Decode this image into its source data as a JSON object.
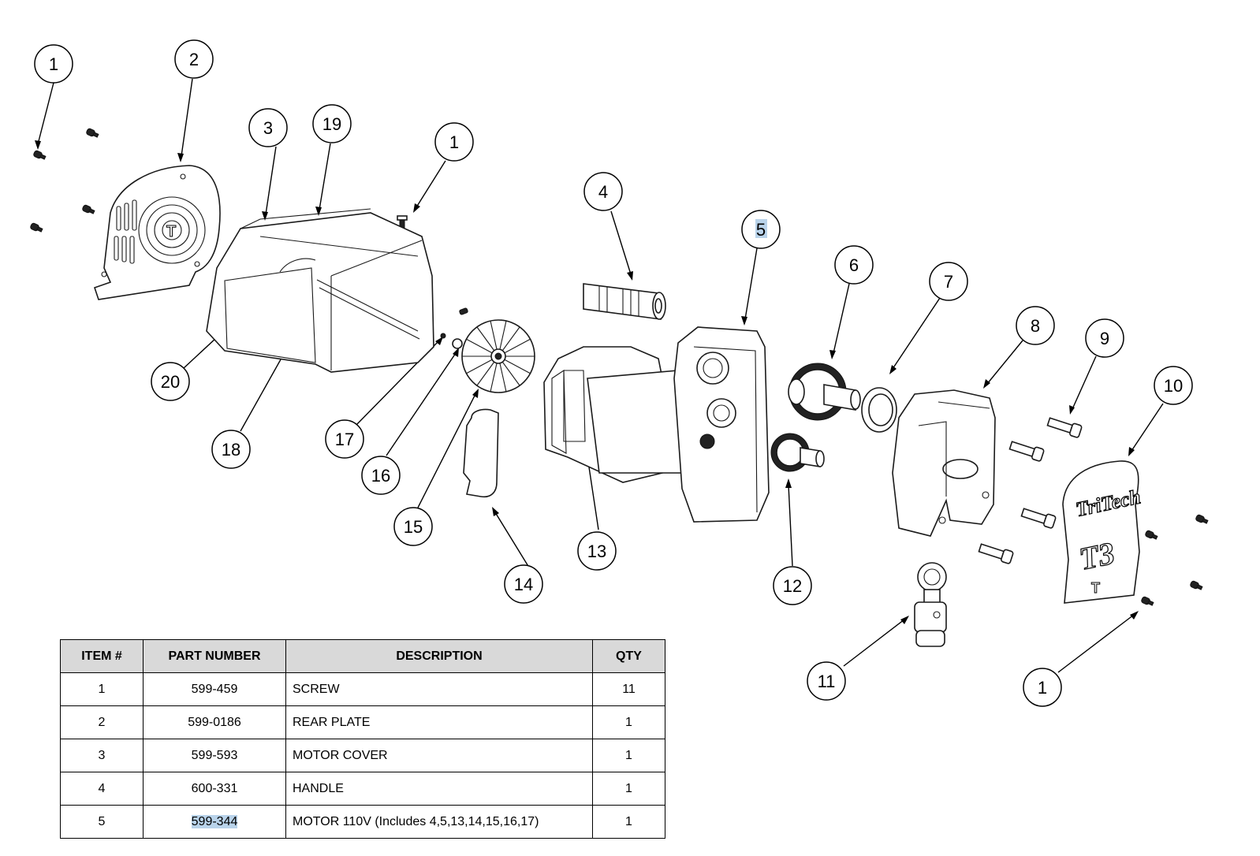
{
  "callouts": [
    {
      "label": "1"
    },
    {
      "label": "2"
    },
    {
      "label": "3"
    },
    {
      "label": "19"
    },
    {
      "label": "1"
    },
    {
      "label": "4"
    },
    {
      "label": "5"
    },
    {
      "label": "6"
    },
    {
      "label": "7"
    },
    {
      "label": "8"
    },
    {
      "label": "9"
    },
    {
      "label": "10"
    },
    {
      "label": "20"
    },
    {
      "label": "18"
    },
    {
      "label": "17"
    },
    {
      "label": "16"
    },
    {
      "label": "15"
    },
    {
      "label": "14"
    },
    {
      "label": "13"
    },
    {
      "label": "12"
    },
    {
      "label": "11"
    },
    {
      "label": "1"
    }
  ],
  "logo": {
    "brand": "TriTech",
    "model": "T3"
  },
  "bom": {
    "headers": {
      "item": "ITEM #",
      "part": "PART NUMBER",
      "desc": "DESCRIPTION",
      "qty": "QTY"
    },
    "rows": [
      {
        "item": "1",
        "part": "599-459",
        "desc": "SCREW",
        "qty": "11"
      },
      {
        "item": "2",
        "part": "599-0186",
        "desc": "REAR PLATE",
        "qty": "1"
      },
      {
        "item": "3",
        "part": "599-593",
        "desc": "MOTOR COVER",
        "qty": "1"
      },
      {
        "item": "4",
        "part": "600-331",
        "desc": "HANDLE",
        "qty": "1"
      },
      {
        "item": "5",
        "part": "599-344",
        "desc": "MOTOR 110V (Includes 4,5,13,14,15,16,17)",
        "qty": "1"
      }
    ]
  }
}
